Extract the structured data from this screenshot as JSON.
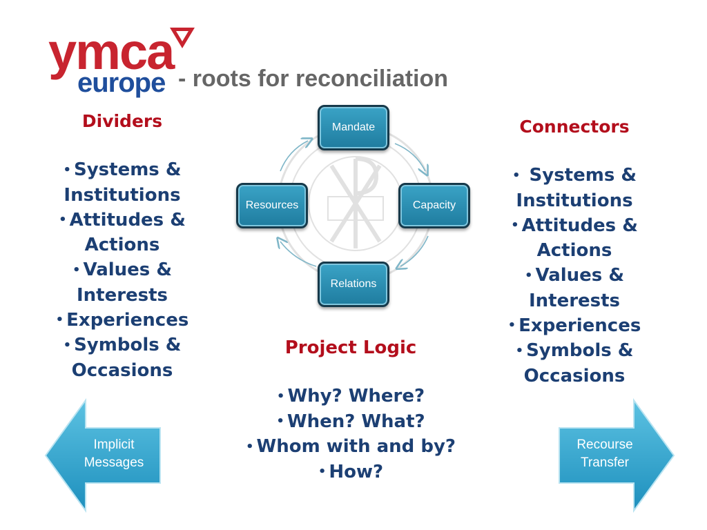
{
  "logo": {
    "ymca": "ymca",
    "europe": "europe"
  },
  "title": "- roots for reconciliation",
  "dividers": {
    "heading": "Dividers",
    "items": [
      "Systems &",
      "Institutions",
      "Attitudes &",
      "Actions",
      "Values &",
      "Interests",
      "Experiences",
      "Symbols &",
      "Occasions"
    ]
  },
  "connectors": {
    "heading": "Connectors",
    "items": [
      "Systems &",
      "Institutions",
      "Attitudes &",
      "Actions",
      "Values &",
      "Interests",
      "Experiences",
      "Symbols &",
      "Occasions"
    ]
  },
  "cycle": {
    "top": "Mandate",
    "right": "Capacity",
    "bottom": "Relations",
    "left": "Resources"
  },
  "project_logic": {
    "heading": "Project Logic",
    "items": [
      "Why? Where?",
      "When? What?",
      "Whom with and by?",
      "How?"
    ]
  },
  "left_arrow": {
    "line1": "Implicit",
    "line2": "Messages"
  },
  "right_arrow": {
    "line1": "Recourse",
    "line2": "Transfer"
  },
  "colors": {
    "heading_red": "#b30e1c",
    "item_blue": "#1c3f73",
    "node_teal": "#2a8fb5",
    "logo_red": "#c8242f",
    "logo_blue": "#1f4e9c"
  }
}
